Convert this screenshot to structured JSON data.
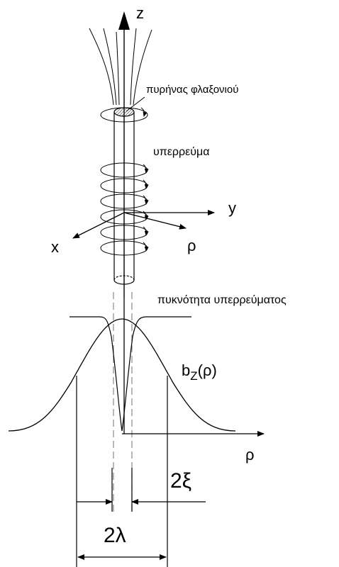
{
  "labels": {
    "z_axis": "z",
    "y_axis": "y",
    "x_axis": "x",
    "rho_axis": "ρ",
    "rho_radial": "ρ",
    "core_label": "πυρήνας φλαξονιού",
    "supercurrent_label": "υπερρεύμα",
    "density_label": "πυκνότητα υπερρεύματος",
    "field_label_base": "b",
    "field_label_sub": "Z",
    "field_label_arg": "(ρ)",
    "xi_label": "2ξ",
    "lambda_label": "2λ"
  },
  "colors": {
    "line": "#000000",
    "dashed": "#8a8a8a",
    "core_hatch": "#555555"
  }
}
